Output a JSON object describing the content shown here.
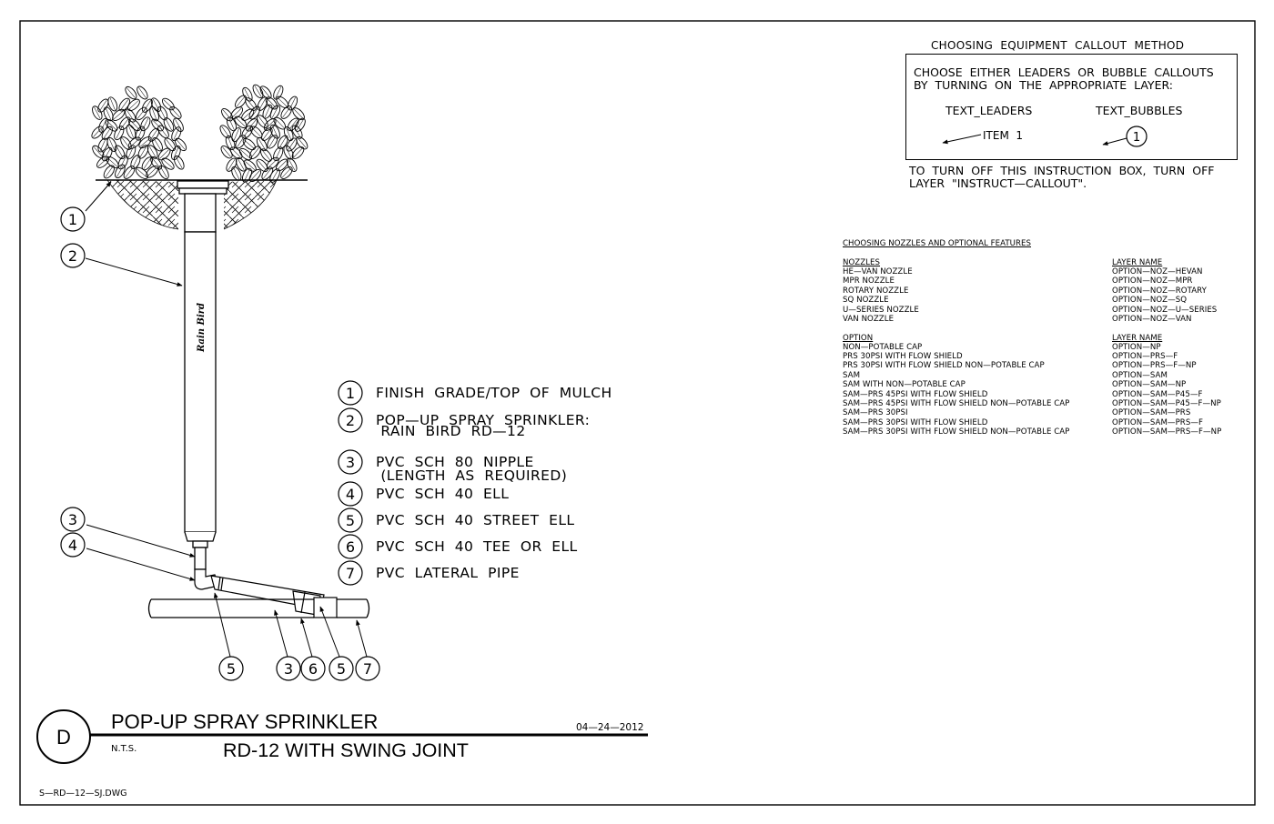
{
  "callout_instructions": {
    "title": "CHOOSING  EQUIPMENT  CALLOUT  METHOD",
    "line1": "CHOOSE  EITHER  LEADERS  OR  BUBBLE  CALLOUTS",
    "line2": "BY  TURNING  ON  THE  APPROPRIATE  LAYER:",
    "leaders_label": "TEXT_LEADERS",
    "bubbles_label": "TEXT_BUBBLES",
    "leader_example": "ITEM  1",
    "bubble_example": "1",
    "turnoff_line1": "TO  TURN  OFF  THIS  INSTRUCTION  BOX,  TURN  OFF",
    "turnoff_line2": "LAYER  \"INSTRUCT—CALLOUT\"."
  },
  "features": {
    "title": "CHOOSING NOZZLES AND OPTIONAL FEATURES",
    "nozzles_header": "NOZZLES",
    "layer_header": "LAYER NAME",
    "nozzles": [
      {
        "name": "HE—VAN NOZZLE",
        "layer": "OPTION—NOZ—HEVAN"
      },
      {
        "name": "MPR NOZZLE",
        "layer": "OPTION—NOZ—MPR"
      },
      {
        "name": "ROTARY NOZZLE",
        "layer": "OPTION—NOZ—ROTARY"
      },
      {
        "name": "SQ NOZZLE",
        "layer": "OPTION—NOZ—SQ"
      },
      {
        "name": "U—SERIES NOZZLE",
        "layer": "OPTION—NOZ—U—SERIES"
      },
      {
        "name": "VAN NOZZLE",
        "layer": "OPTION—NOZ—VAN"
      }
    ],
    "options_header": "OPTION",
    "options": [
      {
        "name": "NON—POTABLE CAP",
        "layer": "OPTION—NP"
      },
      {
        "name": "PRS 30PSI WITH FLOW SHIELD",
        "layer": "OPTION—PRS—F"
      },
      {
        "name": "PRS 30PSI WITH FLOW SHIELD NON—POTABLE CAP",
        "layer": "OPTION—PRS—F—NP"
      },
      {
        "name": "SAM",
        "layer": "OPTION—SAM"
      },
      {
        "name": "SAM WITH NON—POTABLE CAP",
        "layer": "OPTION—SAM—NP"
      },
      {
        "name": "SAM—PRS 45PSI WITH FLOW SHIELD",
        "layer": "OPTION—SAM—P45—F"
      },
      {
        "name": "SAM—PRS 45PSI WITH FLOW SHIELD NON—POTABLE CAP",
        "layer": "OPTION—SAM—P45—F—NP"
      },
      {
        "name": "SAM—PRS 30PSI",
        "layer": "OPTION—SAM—PRS"
      },
      {
        "name": "SAM—PRS 30PSI WITH FLOW SHIELD",
        "layer": "OPTION—SAM—PRS—F"
      },
      {
        "name": "SAM—PRS 30PSI WITH FLOW SHIELD NON—POTABLE CAP",
        "layer": "OPTION—SAM—PRS—F—NP"
      }
    ]
  },
  "legend": [
    {
      "num": "1",
      "lines": [
        "FINISH  GRADE/TOP  OF  MULCH"
      ]
    },
    {
      "num": "2",
      "lines": [
        "POP—UP  SPRAY  SPRINKLER:",
        " RAIN  BIRD  RD—12"
      ]
    },
    {
      "num": "3",
      "lines": [
        "PVC  SCH  80  NIPPLE",
        " (LENGTH  AS  REQUIRED)"
      ]
    },
    {
      "num": "4",
      "lines": [
        "PVC  SCH  40  ELL"
      ]
    },
    {
      "num": "5",
      "lines": [
        "PVC  SCH  40  STREET  ELL"
      ]
    },
    {
      "num": "6",
      "lines": [
        "PVC  SCH  40  TEE  OR  ELL"
      ]
    },
    {
      "num": "7",
      "lines": [
        "PVC  LATERAL  PIPE"
      ]
    }
  ],
  "callouts": {
    "c1": "1",
    "c2": "2",
    "c3": "3",
    "c4": "4",
    "b5a": "5",
    "b3": "3",
    "b6": "6",
    "b5b": "5",
    "b7": "7"
  },
  "body_label": "Rain Bird",
  "title_block": {
    "detail_letter": "D",
    "title": "POP-UP SPRAY SPRINKLER",
    "subtitle": "RD-12 WITH SWING JOINT",
    "date": "04—24—2012",
    "scale": "N.T.S.",
    "file": "S—RD—12—SJ.DWG"
  }
}
